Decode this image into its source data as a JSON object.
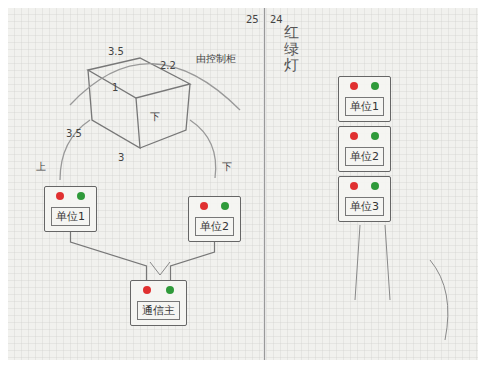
{
  "diagram": {
    "nodes": [
      {
        "text": [
          "单位1"
        ]
      },
      {
        "text": [
          "单位2"
        ]
      },
      {
        "text": [
          "通信主"
        ]
      },
      {
        "text": [
          "单位1"
        ]
      },
      {
        "text": [
          "单位2"
        ]
      },
      {
        "text": [
          "单位3"
        ]
      }
    ],
    "edges": [
      {
        "from": 0,
        "to": 2,
        "arrow": "none"
      },
      {
        "from": 1,
        "to": 2,
        "arrow": "none"
      }
    ],
    "labels": [
      "25",
      "24",
      "3.5",
      "2.2",
      "1",
      "3.5",
      "3",
      "由控制柜",
      "上",
      "下",
      "下",
      "红绿灯"
    ]
  }
}
